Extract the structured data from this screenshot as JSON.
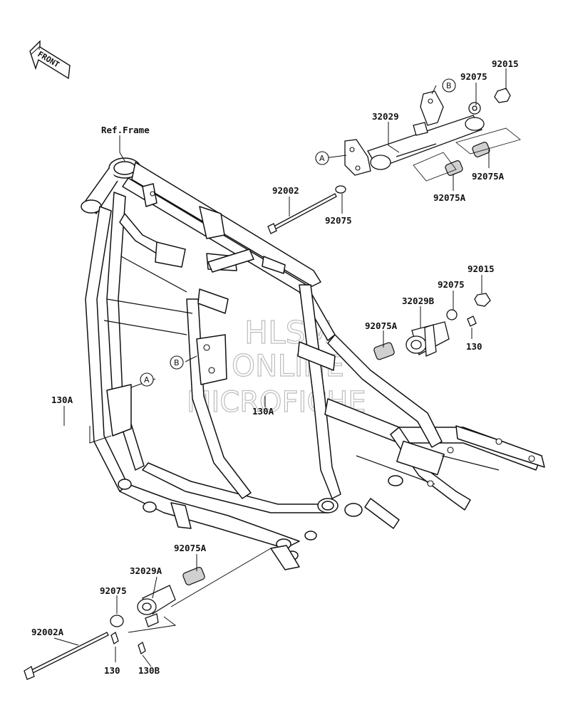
{
  "front_badge": "FRONT",
  "watermark": {
    "line1": "HLSM",
    "line2": "ONLINE",
    "line3": "MICROFICHE"
  },
  "callouts": {
    "ref_frame": "Ref.Frame",
    "a_upper": "A",
    "b_upper": "B",
    "a_frame": "A",
    "b_frame": "B"
  },
  "parts": {
    "p92015_top": "92015",
    "p92075_top": "92075",
    "p32029": "32029",
    "p92075A_top_right": "92075A",
    "p92075A_top_mid": "92075A",
    "p92002": "92002",
    "p92075_mid": "92075",
    "p92015_mid": "92015",
    "p92075_mid2": "92075",
    "p32029B": "32029B",
    "p92075A_mid": "92075A",
    "p130_mid": "130",
    "p130A_left": "130A",
    "p130A_center": "130A",
    "p92075A_bottom": "92075A",
    "p32029A": "32029A",
    "p92075_bottom": "92075",
    "p92002A": "92002A",
    "p130_bottom": "130",
    "p130B": "130B"
  }
}
